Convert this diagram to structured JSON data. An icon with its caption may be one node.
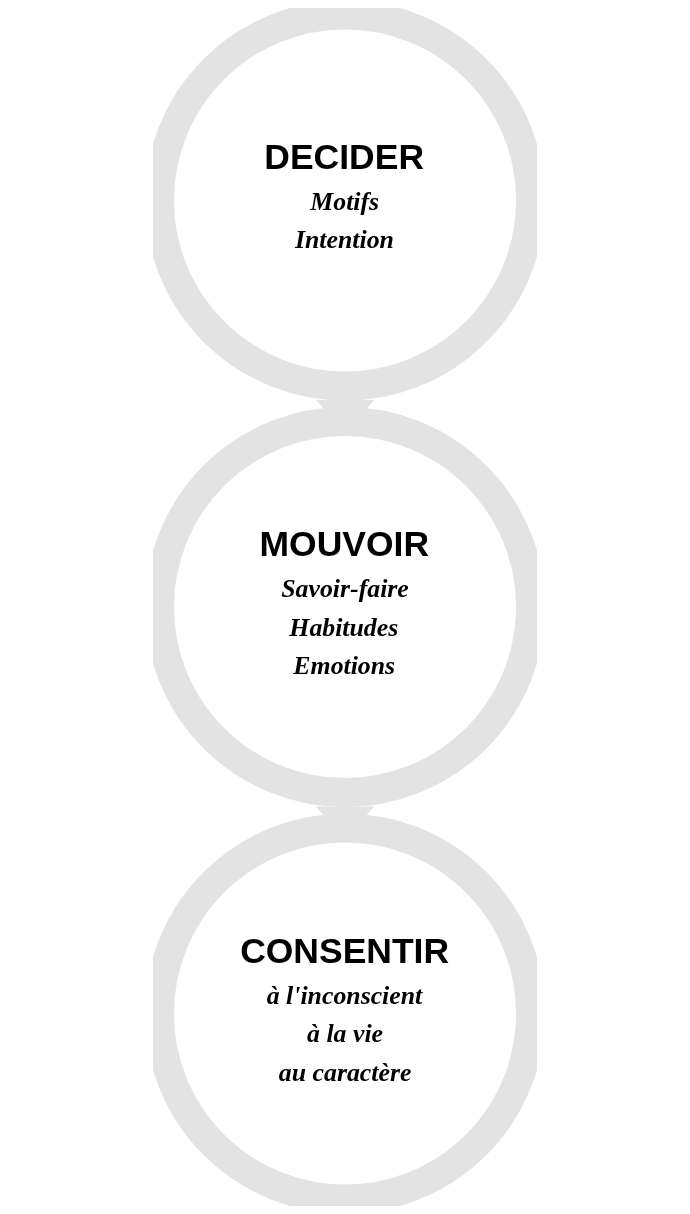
{
  "diagram": {
    "nodes": [
      {
        "text": [
          "DECIDER",
          "Motifs",
          "Intention"
        ]
      },
      {
        "text": [
          "MOUVOIR",
          "Savoir-faire",
          "Habitudes",
          "Emotions"
        ]
      },
      {
        "text": [
          "CONSENTIR",
          "à l'inconscient",
          "à la vie",
          "au caractère"
        ]
      }
    ],
    "edges": [
      {
        "from": 0,
        "to": 1,
        "arrow": "to"
      },
      {
        "from": 1,
        "to": 2,
        "arrow": "to"
      }
    ]
  }
}
